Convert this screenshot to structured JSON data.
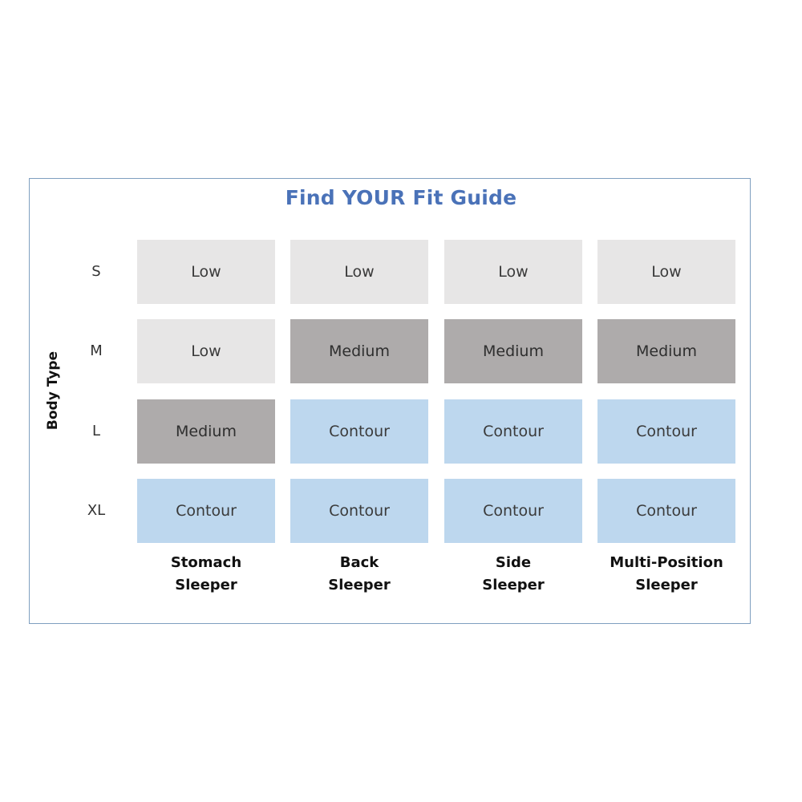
{
  "title": "Find YOUR Fit Guide",
  "axis_label": "Body Type",
  "row_labels": [
    "S",
    "M",
    "L",
    "XL"
  ],
  "columns": [
    {
      "line1": "Stomach",
      "line2": "Sleeper"
    },
    {
      "line1": "Back",
      "line2": "Sleeper"
    },
    {
      "line1": "Side",
      "line2": "Sleeper"
    },
    {
      "line1": "Multi-Position",
      "line2": "Sleeper"
    }
  ],
  "grid": [
    [
      "Low",
      "Low",
      "Low",
      "Low"
    ],
    [
      "Low",
      "Medium",
      "Medium",
      "Medium"
    ],
    [
      "Medium",
      "Contour",
      "Contour",
      "Contour"
    ],
    [
      "Contour",
      "Contour",
      "Contour",
      "Contour"
    ]
  ],
  "colors": {
    "title": "#4a72b8",
    "border": "#7f9fc0",
    "Low": "#e7e6e6",
    "Medium": "#aeabab",
    "Contour": "#bdd7ee"
  }
}
